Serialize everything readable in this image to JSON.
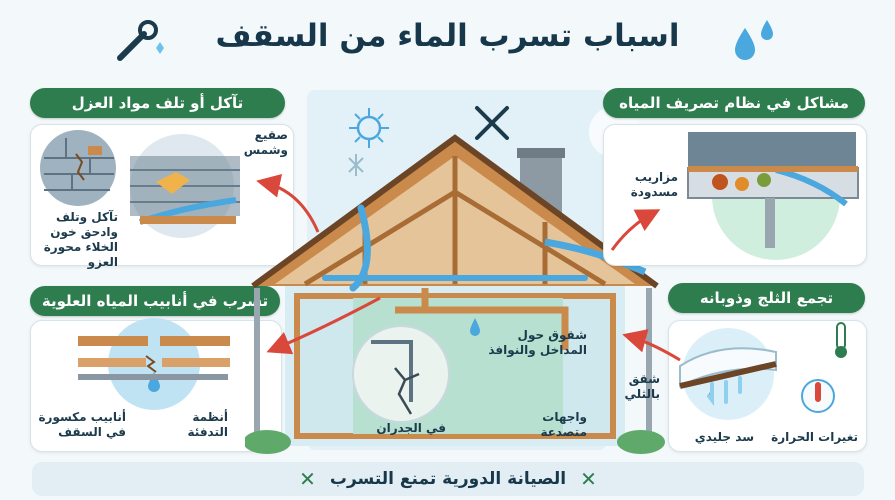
{
  "title": "اسباب تسرب الماء من السقف",
  "sections": {
    "insulation": {
      "heading": "تآكل أو تلف مواد العزل",
      "label_shingles": "صقيع\nوشمس",
      "label_damage": "تآكل وتلف\nوادحق خون\nالخلاء محورة\nالعزو"
    },
    "pipes": {
      "heading": "تسرب في أنابيب المياه العلوية",
      "label_broken": "أنابيب مكسورة\nفي السقف",
      "label_heating": "أنظمة\nالتدفئة"
    },
    "drainage": {
      "heading": "مشاكل في نظام تصريف المياه",
      "label_gutters": "مزاريب\nمسدودة"
    },
    "snow": {
      "heading": "تجمع الثلج وذوبانه",
      "label_ice": "سد جليدي",
      "label_temp": "تغيرات الحرارة"
    }
  },
  "house": {
    "label_cracks": "شقوق حول\nالمداخل والنوافذ",
    "label_facade": "واجهات\nمتصدعة",
    "label_snowcrack": "شقق\nبالثلي",
    "label_walls": "في الجدران"
  },
  "footer": "الصيانة الدورية تمنع التسرب",
  "colors": {
    "heading_green": "#2e7d4f",
    "water_blue": "#4aa8de",
    "wood": "#c98a4b",
    "arrow_red": "#d9483b"
  }
}
